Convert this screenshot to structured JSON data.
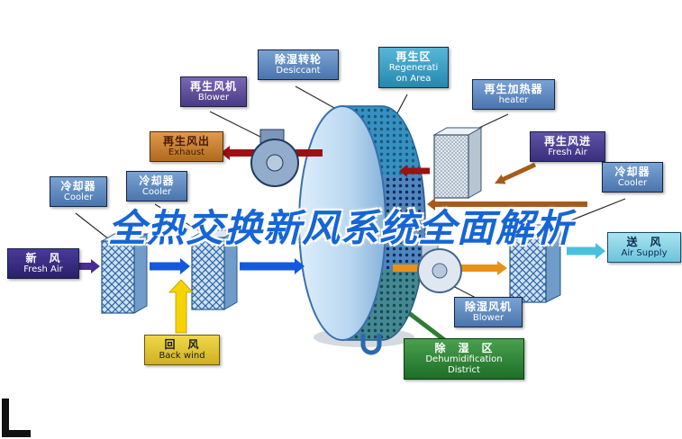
{
  "title": {
    "text": "全热交换新风系统全面解析",
    "color": "#1565d6"
  },
  "labels": {
    "desiccant": {
      "zh": "除湿转轮",
      "en": "Desiccant"
    },
    "regen_area": {
      "zh": "再生区",
      "en1": "Regenerati",
      "en2": "on Area"
    },
    "regen_blower": {
      "zh": "再生风机",
      "en": "Blower"
    },
    "regen_heater": {
      "zh": "再生加热器",
      "en": "heater"
    },
    "regen_exhaust": {
      "zh": "再生风出",
      "en": "Exhaust"
    },
    "regen_fresh": {
      "zh": "再生风进",
      "en": "Fresh Air"
    },
    "cooler_left_outer": {
      "zh": "冷却器",
      "en": "Cooler"
    },
    "cooler_left_inner": {
      "zh": "冷却器",
      "en": "Cooler"
    },
    "cooler_right": {
      "zh": "冷却器",
      "en": "Cooler"
    },
    "fresh_air": {
      "zh": "新　风",
      "en": "Fresh Air"
    },
    "air_supply": {
      "zh": "送　风",
      "en": "Air Supply"
    },
    "back_wind": {
      "zh": "回　风",
      "en": "Back wind"
    },
    "dehumid_blower": {
      "zh": "除湿风机",
      "en": "Blower"
    },
    "dehumid_area": {
      "zh": "除　湿　区",
      "en1": "Dehumidification",
      "en2": "District"
    }
  },
  "palette": {
    "box_blue": "#4f81bd",
    "box_teal": "#2e9fc4",
    "box_purple": "#5b4a9b",
    "box_dark_purple": "#3a2a85",
    "box_indigo": "#473a8e",
    "box_orange": "#cf8436",
    "box_yellow": "#e8cc30",
    "box_cyan": "#8adcec",
    "box_green": "#2e8b3a",
    "arrow_blue": "#1458e0",
    "arrow_purple": "#4a2d90",
    "arrow_yellow": "#f7d400",
    "arrow_orange": "#e89018",
    "arrow_dark_red": "#9c1212",
    "arrow_brown": "#a85a1a",
    "arrow_cyan": "#49c0dc"
  }
}
